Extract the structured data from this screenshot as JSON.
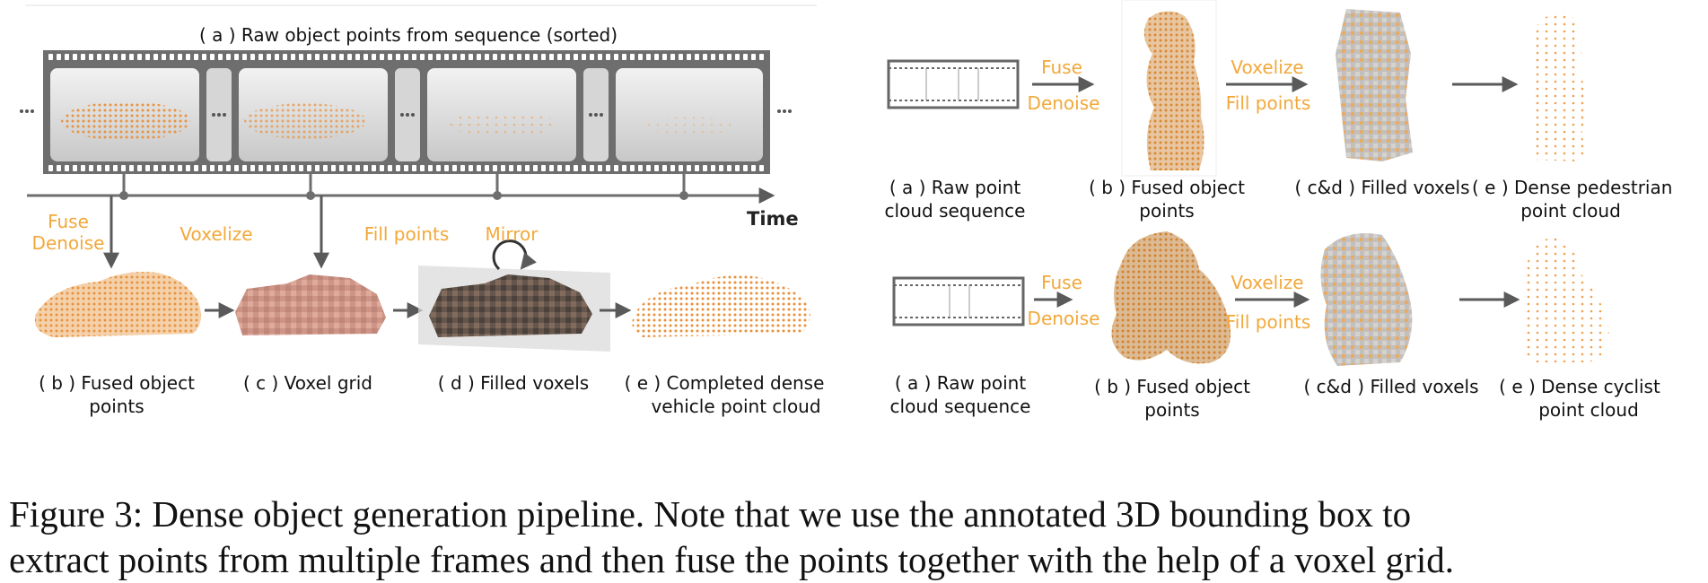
{
  "colors": {
    "accent_orange": "#f2a83a",
    "film_gray": "#6e6e6e",
    "arrow_gray": "#5a5a5a",
    "point_orange": "#e8903a"
  },
  "left_panel": {
    "title": "( a )  Raw object points from sequence (sorted)",
    "ellipsis_left": "···",
    "ellipsis_right": "···",
    "time_label": "Time",
    "ops": {
      "fuse": "Fuse",
      "denoise": "Denoise",
      "voxelize": "Voxelize",
      "fill_points": "Fill points",
      "mirror": "Mirror"
    },
    "labels": {
      "b_line1": "( b )  Fused object",
      "b_line2": "points",
      "c": "( c )  Voxel grid",
      "d": "( d ) Filled voxels",
      "e_line1": "( e ) Completed dense",
      "e_line2": "vehicle point cloud"
    }
  },
  "right_top": {
    "ops": {
      "fuse": "Fuse",
      "denoise": "Denoise",
      "voxelize": "Voxelize",
      "fill_points": "Fill points"
    },
    "labels": {
      "a_line1": "( a ) Raw point",
      "a_line2": "cloud sequence",
      "b_line1": "( b )  Fused object",
      "b_line2": "points",
      "cd": "( c&d ) Filled voxels",
      "e_line1": "( e ) Dense pedestrian",
      "e_line2": "point cloud"
    }
  },
  "right_bottom": {
    "ops": {
      "fuse": "Fuse",
      "denoise": "Denoise",
      "voxelize": "Voxelize",
      "fill_points": "Fill points"
    },
    "labels": {
      "a_line1": "( a ) Raw point",
      "a_line2": "cloud sequence",
      "b_line1": "( b )  Fused object",
      "b_line2": "points",
      "cd": "( c&d ) Filled voxels",
      "e_line1": "( e )  Dense cyclist",
      "e_line2": "point cloud"
    }
  },
  "caption": {
    "line1": "Figure 3: Dense object generation pipeline. Note that we use the annotated 3D bounding box to",
    "line2": "extract points from multiple frames and then fuse the points together with the help of a voxel grid."
  }
}
